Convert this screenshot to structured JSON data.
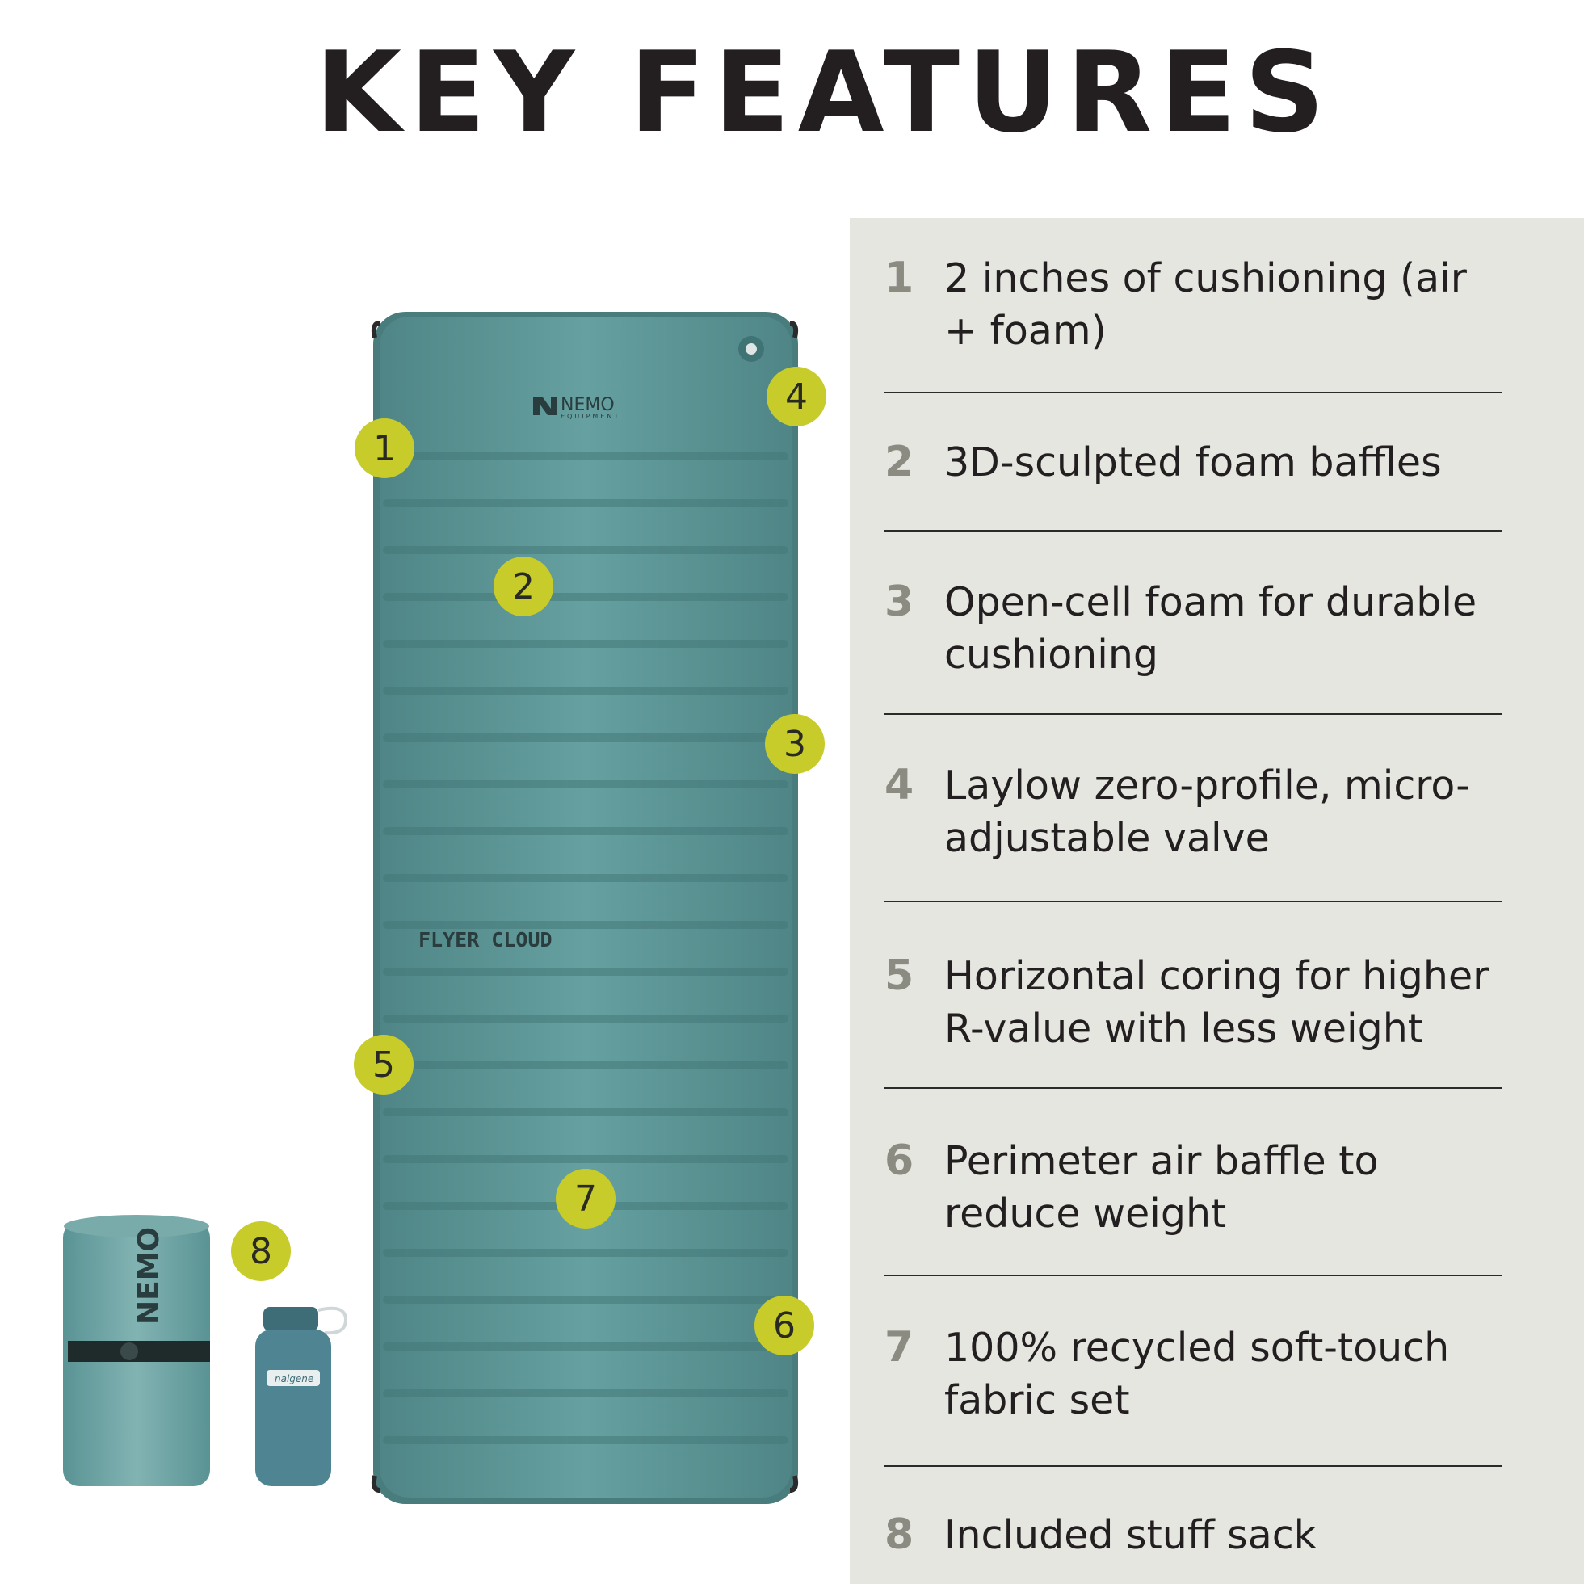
{
  "header": {
    "title": "KEY FEATURES"
  },
  "features": [
    {
      "num": "1",
      "text": "2 inches of cushioning (air + foam)"
    },
    {
      "num": "2",
      "text": "3D-sculpted foam baffles"
    },
    {
      "num": "3",
      "text": "Open-cell foam for durable cushioning"
    },
    {
      "num": "4",
      "text": "Laylow zero-profile, micro-adjustable valve"
    },
    {
      "num": "5",
      "text": "Horizontal coring for higher R-value with less weight"
    },
    {
      "num": "6",
      "text": "Perimeter air baffle to reduce weight"
    },
    {
      "num": "7",
      "text": "100% recycled soft-touch fabric set"
    },
    {
      "num": "8",
      "text": "Included stuff sack"
    }
  ],
  "markers": [
    "1",
    "2",
    "3",
    "4",
    "5",
    "6",
    "7",
    "8"
  ],
  "product": {
    "brand": "NEMO",
    "brand_sub": "EQUIPMENT",
    "model": "FLYER CLOUD",
    "bottle_brand": "nalgene"
  },
  "colors": {
    "marker": "#c8cc2a",
    "pad": "#5e9596",
    "panel": "#e6e6e1",
    "title": "#231f20"
  }
}
